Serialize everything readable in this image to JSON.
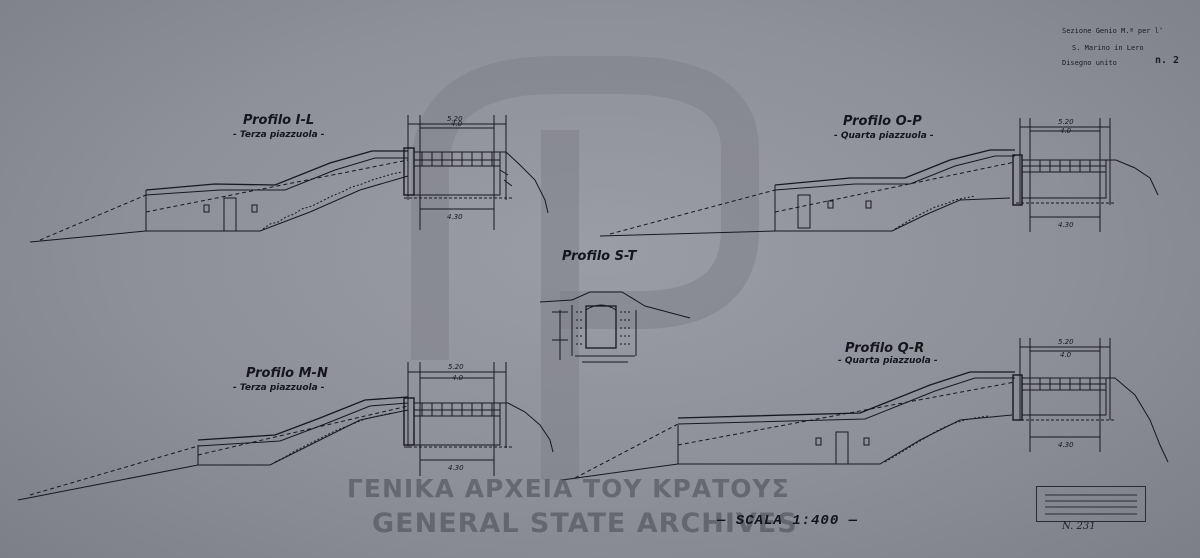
{
  "header": {
    "line1": "Sezione Genio M.ª per l’",
    "line2": "S. Marino in Lero",
    "line3": "Disegno unito",
    "fraction": "n. 2"
  },
  "profiles": {
    "il": {
      "title": "Profilo I-L",
      "subtitle": "- Terza piazzuola -"
    },
    "op": {
      "title": "Profilo O-P",
      "subtitle": "- Quarta piazzuola -"
    },
    "st": {
      "title": "Profilo S-T"
    },
    "mn": {
      "title": "Profilo M-N",
      "subtitle": "- Terza piazzuola -"
    },
    "qr": {
      "title": "Profilo Q-R",
      "subtitle": "- Quarta piazzuola -"
    }
  },
  "dimensions": {
    "overall": "5.20",
    "inner": "4.0",
    "base": "4.30"
  },
  "scale": "— SCALA 1:400 —",
  "watermark": {
    "greek": "ΓΕΝΙΚΑ ΑΡΧΕΙΑ ΤΟΥ ΚΡΑΤΟΥΣ",
    "english": "GENERAL STATE ARCHIVES"
  },
  "archive_stamp": {
    "number": "N. 231"
  },
  "colors": {
    "paper": "#8e9099",
    "ink": "#15161c",
    "watermark": "#464850"
  }
}
